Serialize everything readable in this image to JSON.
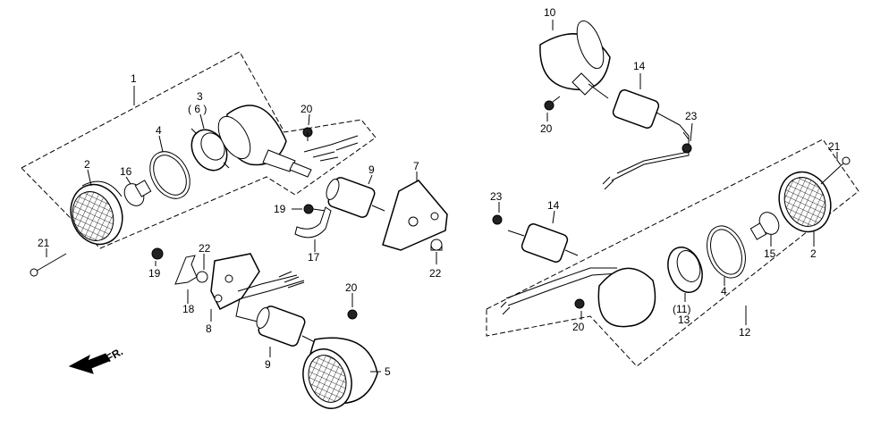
{
  "labels": {
    "p1": "1",
    "p2_left": "2",
    "p2_right": "2",
    "p3": "3",
    "p6": "( 6 )",
    "p4_left": "4",
    "p4_right": "4",
    "p5": "5",
    "p7": "7",
    "p8": "8",
    "p9_top": "9",
    "p9_bottom": "9",
    "p10": "10",
    "p11": "(11)",
    "p12": "12",
    "p13": "13",
    "p14_top": "14",
    "p14_mid": "14",
    "p15": "15",
    "p16": "16",
    "p17": "17",
    "p18": "18",
    "p19_a": "19",
    "p19_b": "19",
    "p20_a": "20",
    "p20_b": "20",
    "p20_c": "20",
    "p20_d": "20",
    "p21_left": "21",
    "p21_right": "21",
    "p22_a": "22",
    "p22_b": "22",
    "p23_a": "23",
    "p23_b": "23"
  },
  "direction": {
    "text": "FR."
  },
  "icons": {
    "front-arrow": "front-direction-arrow-icon"
  }
}
